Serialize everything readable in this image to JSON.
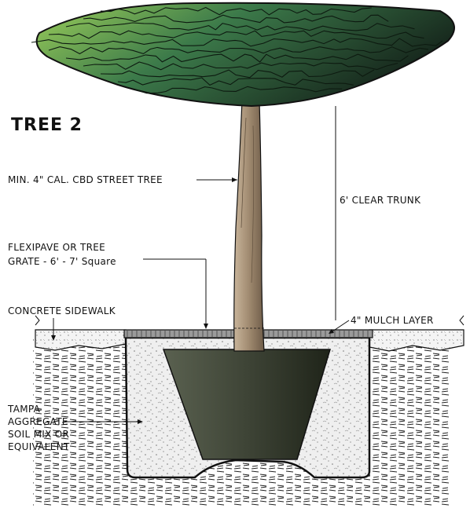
{
  "title": "TREE 2",
  "labels": {
    "street_tree": "MIN. 4\" CAL. CBD STREET TREE",
    "clear_trunk": "6' CLEAR TRUNK",
    "grate_line1": "FLEXIPAVE OR TREE",
    "grate_line2": "GRATE - 6' - 7' Square",
    "sidewalk": "CONCRETE SIDEWALK",
    "mulch": "4\" MULCH LAYER",
    "soil_line1": "TAMPA",
    "soil_line2": "AGGREGATE",
    "soil_line3": "SOIL MIX OR",
    "soil_line4": "EQUIVALENT"
  },
  "colors": {
    "canopy_light": "#8bc34a",
    "canopy_dark": "#1f3a2a",
    "trunk": "#a08a70",
    "rootball": "#3e4436",
    "soil": "#eeeeee",
    "ink": "#111111"
  }
}
